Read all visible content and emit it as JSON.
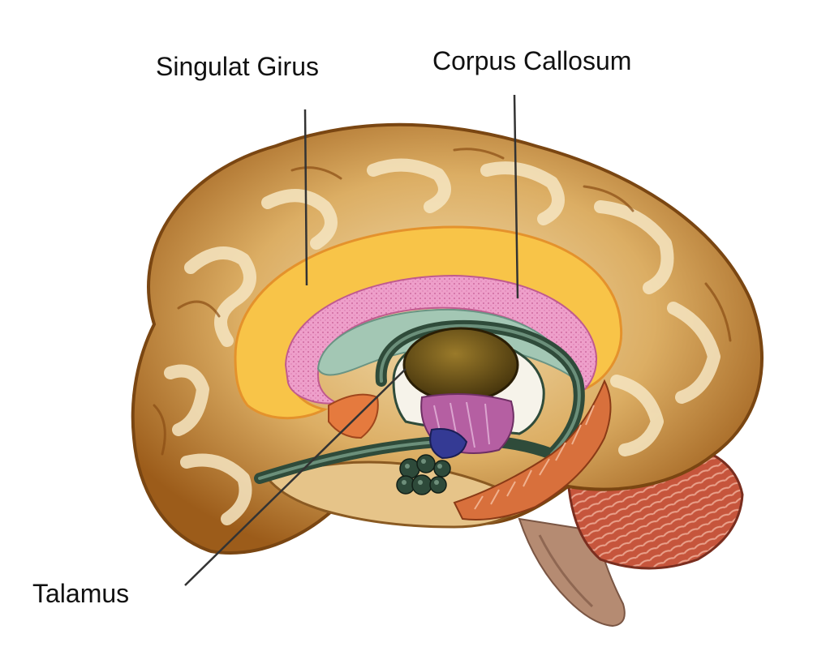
{
  "labels": {
    "cingulate_gyrus": "Singulat Girus",
    "corpus_callosum": "Corpus Callosum",
    "thalamus": "Talamus"
  },
  "colors": {
    "cortex_dark": "#a8651e",
    "cortex_light": "#ecd29a",
    "gyrus_highlight": "#f5e4bd",
    "cingulate_gyrus": "#f7c045",
    "corpus_callosum": "#ec9fc8",
    "ventricle": "#9fc3b2",
    "fornix": "#2f4b3a",
    "thalamus": "#6b5218",
    "midbrain": "#b35da2",
    "hypothalamus": "#3a3a8c",
    "hippocampus": "#d36a3a",
    "cerebellum": "#b9432e",
    "brainstem": "#b48c74",
    "leader_line": "#333333"
  }
}
